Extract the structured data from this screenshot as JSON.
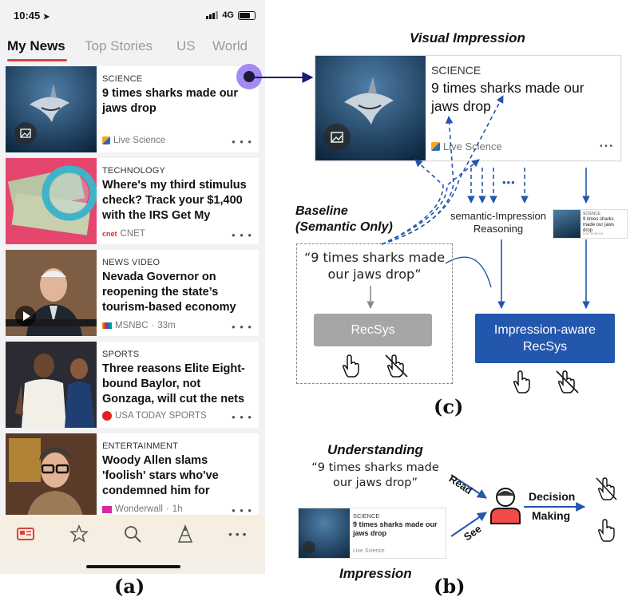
{
  "phone": {
    "status": {
      "time": "10:45",
      "network": "4G"
    },
    "tabs": [
      "My News",
      "Top Stories",
      "US",
      "World"
    ],
    "cards": [
      {
        "category": "SCIENCE",
        "headline": "9 times sharks made our jaws drop",
        "source": "Live Science",
        "time": ""
      },
      {
        "category": "TECHNOLOGY",
        "headline": "Where's my third stimulus check? Track your $1,400 with the IRS Get My",
        "source": "CNET",
        "source_logo": "cnet",
        "time": ""
      },
      {
        "category": "NEWS VIDEO",
        "headline": "Nevada Governor on reopening the state’s tourism-based economy",
        "source": "MSNBC",
        "time": "33m"
      },
      {
        "category": "SPORTS",
        "headline": "Three reasons Elite Eight-bound Baylor, not Gonzaga, will cut the nets",
        "source": "USA TODAY SPORTS",
        "time": ""
      },
      {
        "category": "ENTERTAINMENT",
        "headline": "Woody Allen slams 'foolish' stars who've condemned him for",
        "source": "Wonderwall",
        "time": "1h"
      }
    ],
    "bottom_icons": [
      "news-icon",
      "star-icon",
      "search-icon",
      "local-icon",
      "more-icon"
    ],
    "caption": "(a)",
    "accent_color": "#e0413b"
  },
  "diagram": {
    "visual_impression_label": "Visual Impression",
    "impression_card": {
      "category": "SCIENCE",
      "headline": "9 times sharks made our jaws drop",
      "source": "Live Science",
      "dots": "• • •"
    },
    "baseline_label": "Baseline\n(Semantic Only)",
    "baseline_quote": "“9 times sharks made our jaws drop”",
    "recsys_label": "RecSys",
    "ellipsis": "•••",
    "reasoning_label": "semantic-Impression Reasoning",
    "mini_card": {
      "category": "SCIENCE",
      "headline": "9 times sharks made our jaws drop",
      "source": "Live Science"
    },
    "impression_aware_label": "Impression-aware RecSys",
    "caption_c": "(c)",
    "understanding_label": "Understanding",
    "understanding_quote": "“9 times sharks made our jaws drop”",
    "read_label": "Read",
    "see_label": "See",
    "decision_label": "Decision",
    "making_label": "Making",
    "impression_label": "Impression",
    "bottom_card": {
      "category": "SCIENCE",
      "headline": "9 times sharks made our jaws drop",
      "source": "Live Science"
    },
    "caption_b": "(b)",
    "blue_color": "#2356ad"
  }
}
